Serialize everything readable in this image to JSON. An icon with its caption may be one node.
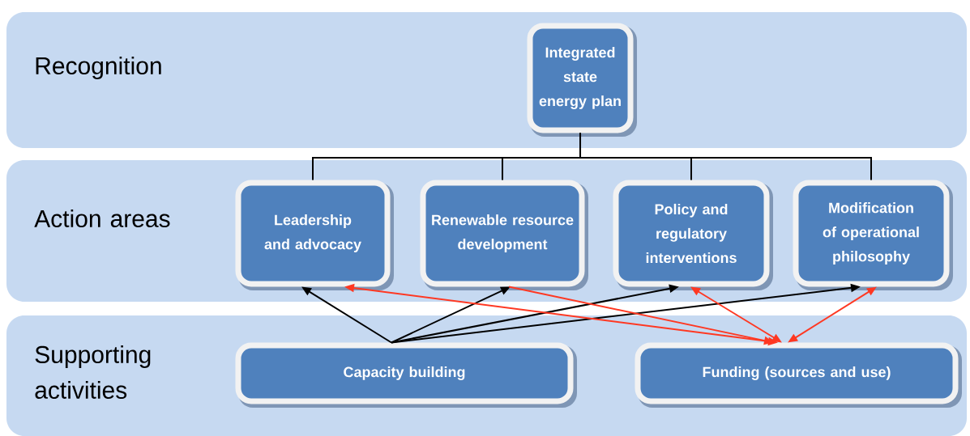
{
  "diagram": {
    "nodes": [
      {
        "text": [
          "Recognition"
        ]
      },
      {
        "text": [
          "Action areas"
        ]
      },
      {
        "text": [
          "Supporting activities"
        ]
      },
      {
        "text": [
          "Integrated state energy plan"
        ],
        "in": 0
      },
      {
        "text": [
          "Leadership and advocacy"
        ],
        "in": 1
      },
      {
        "text": [
          "Renewable resource development"
        ],
        "in": 1
      },
      {
        "text": [
          "Policy and regulatory interventions"
        ],
        "in": 1
      },
      {
        "text": [
          "Modification of operational philosophy"
        ],
        "in": 1
      },
      {
        "text": [
          "Capacity building"
        ],
        "in": 2
      },
      {
        "text": [
          "Funding (sources and use)"
        ],
        "in": 2
      }
    ],
    "edges": [
      {
        "from": 3,
        "to": 4,
        "arrow": "none"
      },
      {
        "from": 3,
        "to": 5,
        "arrow": "none"
      },
      {
        "from": 3,
        "to": 6,
        "arrow": "none"
      },
      {
        "from": 3,
        "to": 7,
        "arrow": "none"
      },
      {
        "from": 8,
        "to": 4,
        "arrow": "to"
      },
      {
        "from": 8,
        "to": 5,
        "arrow": "to"
      },
      {
        "from": 8,
        "to": 6,
        "arrow": "to"
      },
      {
        "from": 8,
        "to": 7,
        "arrow": "to"
      },
      {
        "from": 9,
        "to": 4,
        "arrow": "both",
        "color": "#ff3822"
      },
      {
        "from": 5,
        "to": 9,
        "arrow": "to",
        "color": "#ff3822"
      },
      {
        "from": 9,
        "to": 6,
        "arrow": "both",
        "color": "#ff3822"
      },
      {
        "from": 9,
        "to": 7,
        "arrow": "both",
        "color": "#ff3822"
      }
    ]
  }
}
